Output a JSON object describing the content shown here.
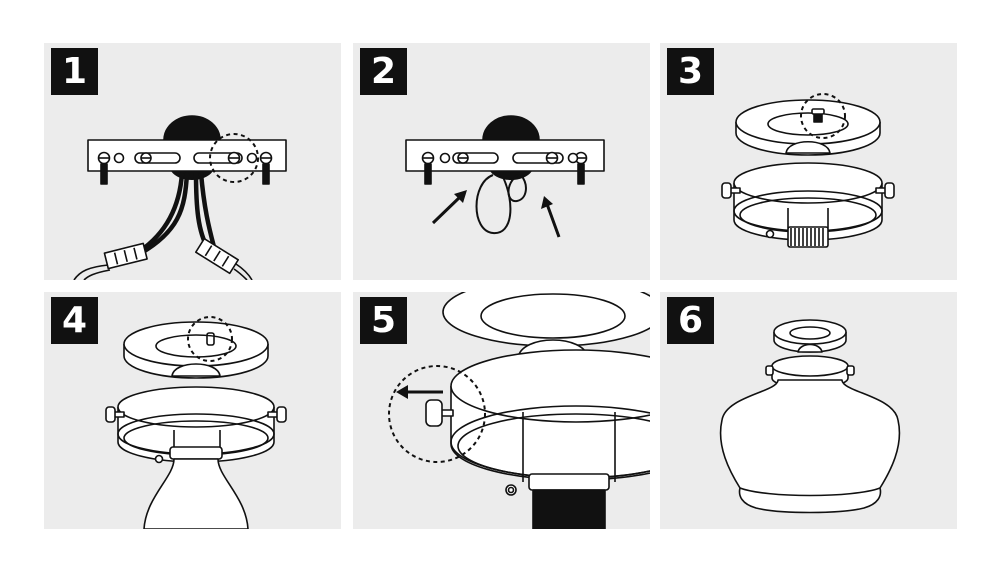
{
  "steps": [
    {
      "number": "1",
      "illustration": "mounting-bracket-with-wire-connectors"
    },
    {
      "number": "2",
      "illustration": "wires-tucked-into-junction-box"
    },
    {
      "number": "3",
      "illustration": "fixture-base-with-mounting-screw"
    },
    {
      "number": "4",
      "illustration": "fixture-base-with-bulb-installed"
    },
    {
      "number": "5",
      "illustration": "thumb-screw-loosened"
    },
    {
      "number": "6",
      "illustration": "schoolhouse-glass-shade-attached"
    }
  ],
  "colors": {
    "panel_bg": "#ececec",
    "badge_bg": "#111111",
    "badge_text": "#ffffff",
    "line": "#111111",
    "fill": "#ffffff"
  }
}
